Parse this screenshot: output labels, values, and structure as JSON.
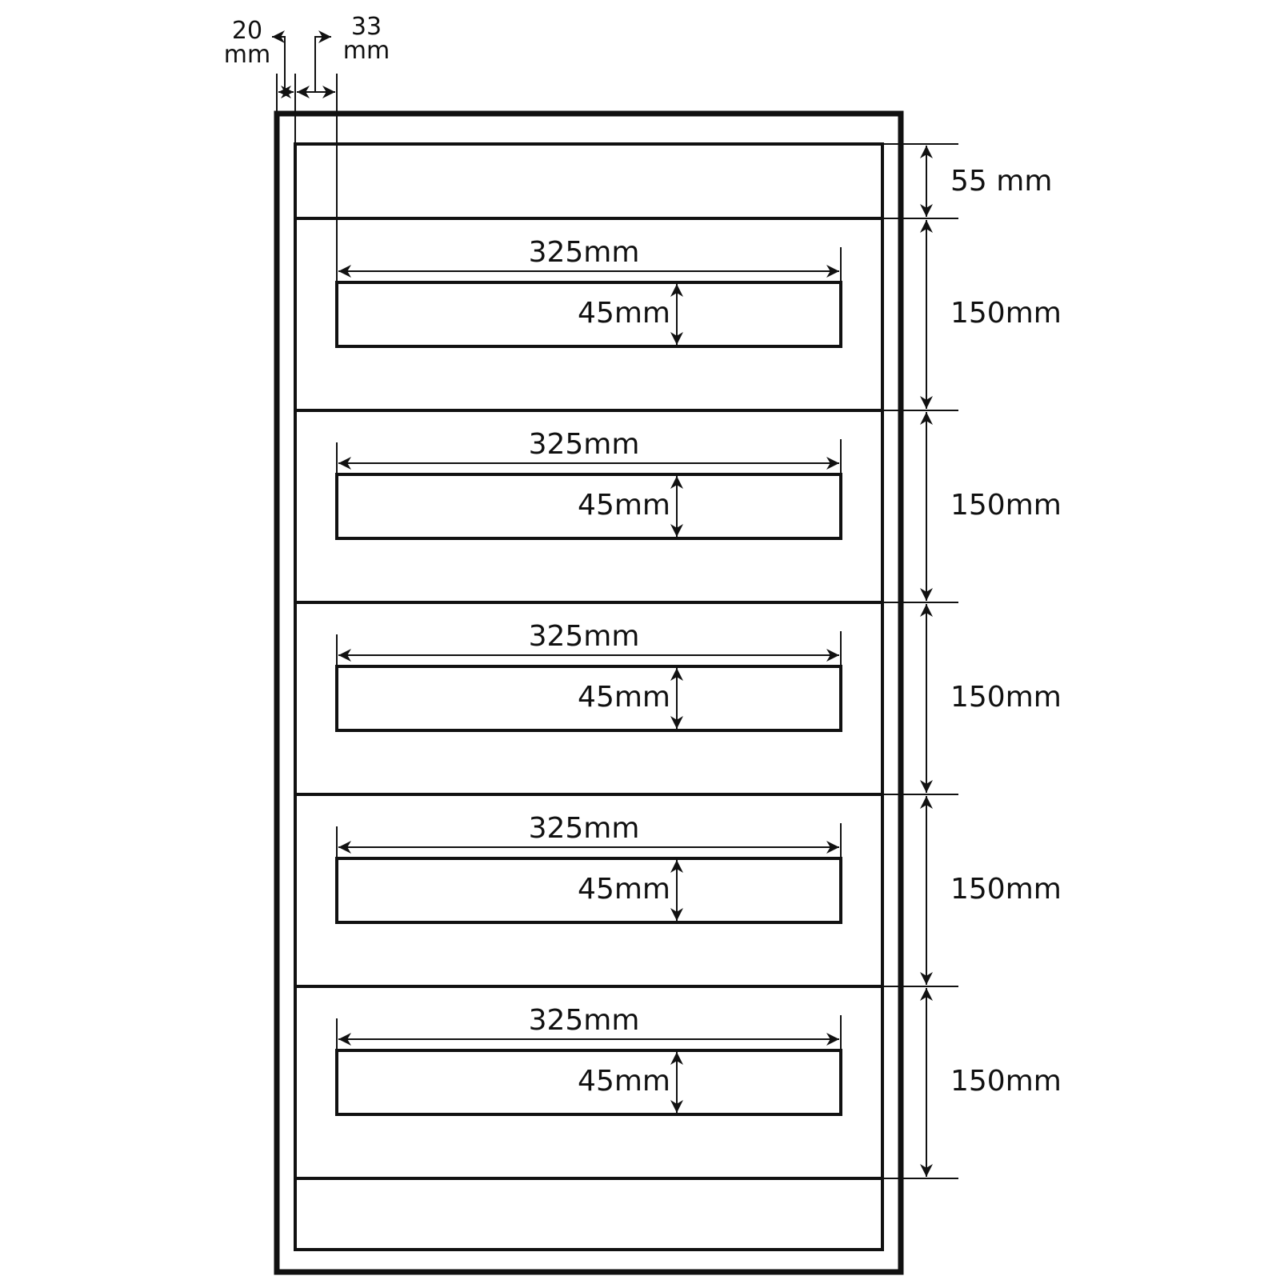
{
  "diagram": {
    "type": "cabinet-dimension-drawing",
    "colors": {
      "line": "#111111",
      "background": "#ffffff"
    },
    "margins": {
      "outer_gap_label": "20\nmm",
      "outer_gap_value_mm": 20,
      "inner_offset_label": "33\nmm",
      "inner_offset_value_mm": 33
    },
    "top_section": {
      "label": "55 mm",
      "value_mm": 55
    },
    "drawers": [
      {
        "height_label": "150mm",
        "height_mm": 150,
        "slot_width_label": "325mm",
        "slot_width_mm": 325,
        "slot_height_label": "45mm",
        "slot_height_mm": 45
      },
      {
        "height_label": "150mm",
        "height_mm": 150,
        "slot_width_label": "325mm",
        "slot_width_mm": 325,
        "slot_height_label": "45mm",
        "slot_height_mm": 45
      },
      {
        "height_label": "150mm",
        "height_mm": 150,
        "slot_width_label": "325mm",
        "slot_width_mm": 325,
        "slot_height_label": "45mm",
        "slot_height_mm": 45
      },
      {
        "height_label": "150mm",
        "height_mm": 150,
        "slot_width_label": "325mm",
        "slot_width_mm": 325,
        "slot_height_label": "45mm",
        "slot_height_mm": 45
      },
      {
        "height_label": "150mm",
        "height_mm": 150,
        "slot_width_label": "325mm",
        "slot_width_mm": 325,
        "slot_height_label": "45mm",
        "slot_height_mm": 45
      }
    ]
  }
}
